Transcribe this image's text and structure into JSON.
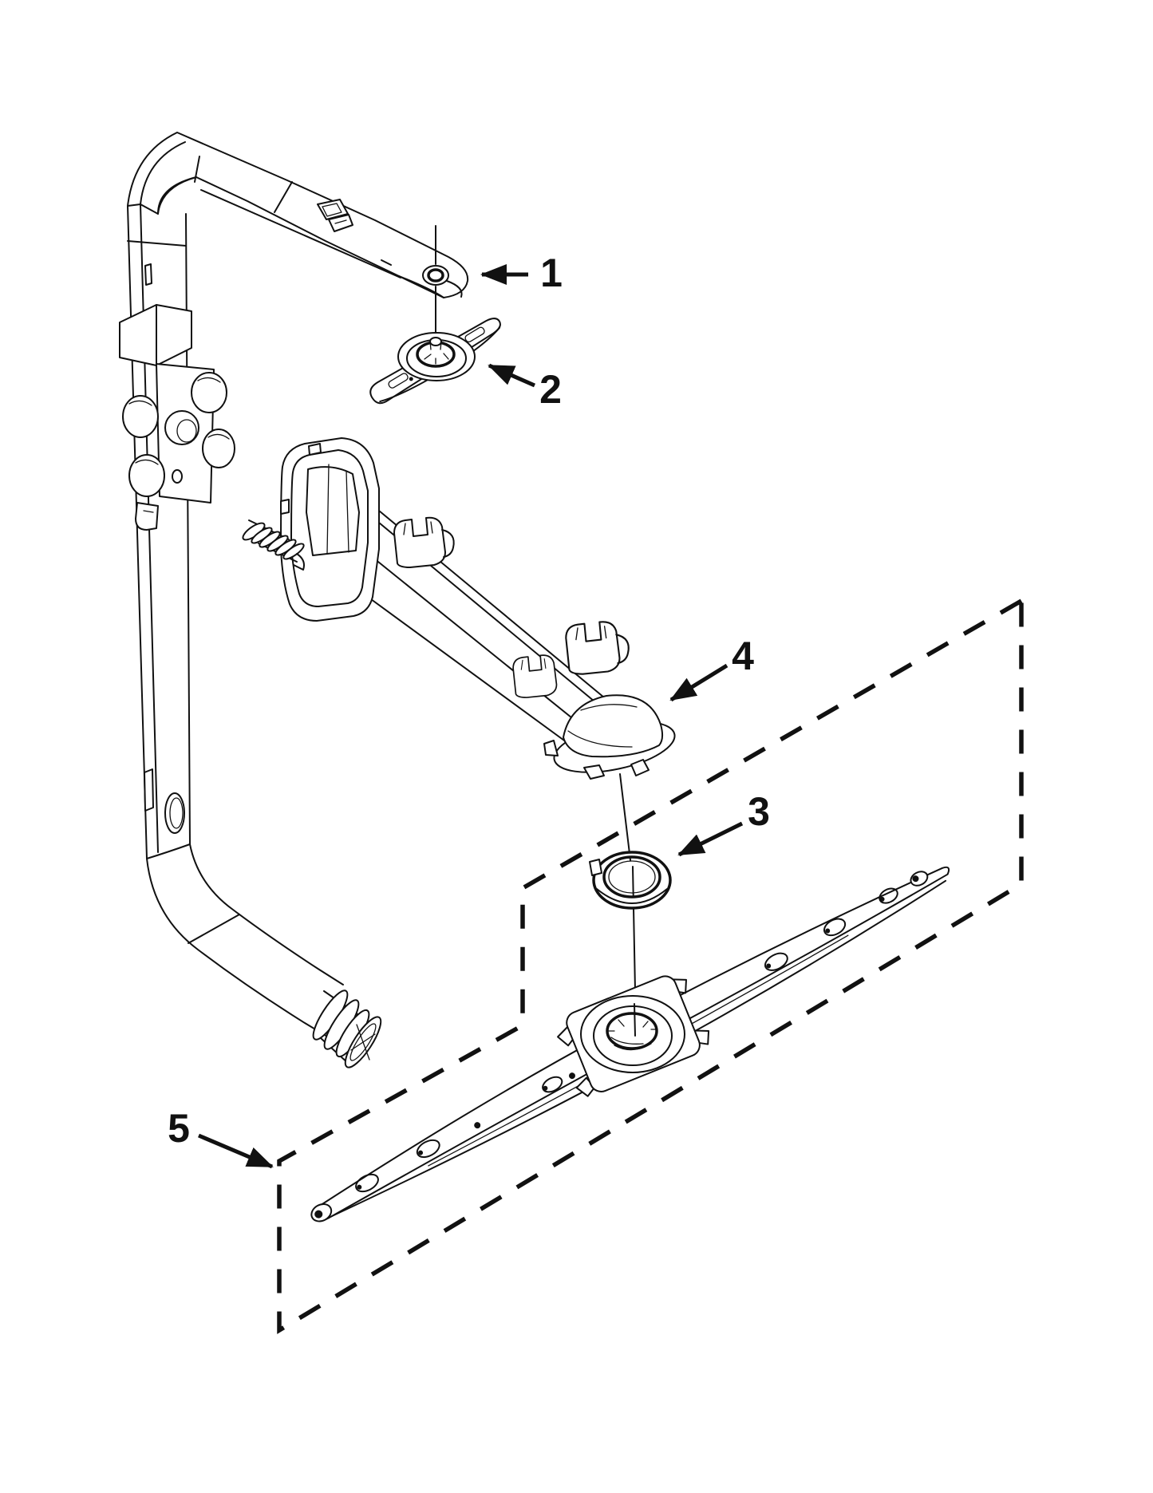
{
  "colors": {
    "background": "#ffffff",
    "line": "#111111"
  },
  "callouts": [
    {
      "number": "1"
    },
    {
      "number": "2"
    },
    {
      "number": "3"
    },
    {
      "number": "4"
    },
    {
      "number": "5"
    }
  ]
}
